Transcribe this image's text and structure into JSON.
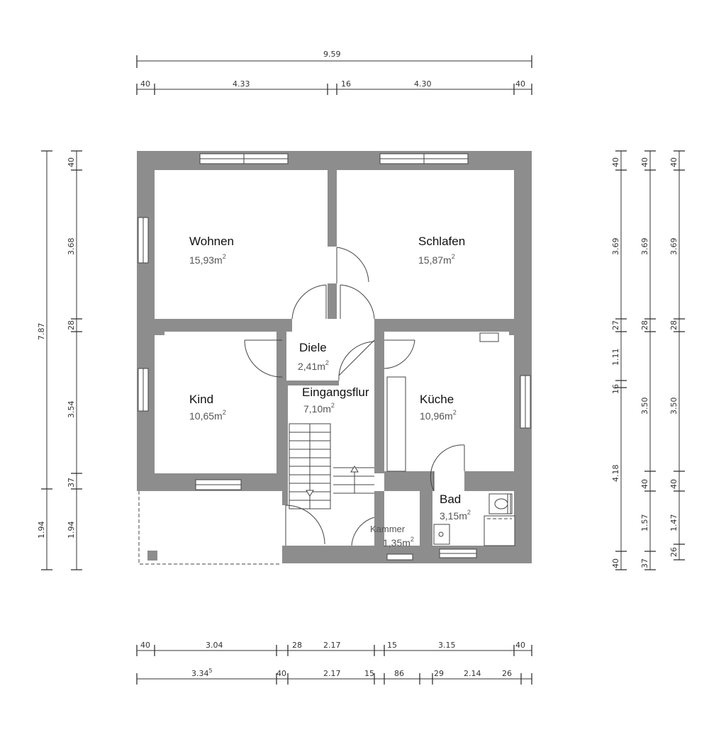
{
  "rooms": {
    "wohnen": {
      "name": "Wohnen",
      "area": "15,93m",
      "sup": "2"
    },
    "schlafen": {
      "name": "Schlafen",
      "area": "15,87m",
      "sup": "2"
    },
    "diele": {
      "name": "Diele",
      "area": "2,41m",
      "sup": "2"
    },
    "eingangsflur": {
      "name": "Eingangsflur",
      "area": "7,10m",
      "sup": "2"
    },
    "kind": {
      "name": "Kind",
      "area": "10,65m",
      "sup": "2"
    },
    "kueche": {
      "name": "Küche",
      "area": "10,96m",
      "sup": "2"
    },
    "bad": {
      "name": "Bad",
      "area": "3,15m",
      "sup": "2"
    },
    "kammer": {
      "name": "Kammer",
      "area": "1,35m",
      "sup": "2"
    }
  },
  "dimensions": {
    "top_total": "9.59",
    "top_segments": [
      "40",
      "4.33",
      "16",
      "4.30",
      "40"
    ],
    "bottom_row1": [
      "40",
      "3.04",
      "28",
      "2.17",
      "15",
      "3.15",
      "40"
    ],
    "bottom_row2": {
      "first": "3.34",
      "first_sup": "5",
      "rest": [
        "40",
        "2.17",
        "15",
        "86",
        "29",
        "2.14",
        "26"
      ]
    },
    "left_total": "7.87",
    "left_total_bottom": "1.94",
    "left_segments": [
      "40",
      "3.68",
      "28",
      "3.54",
      "37",
      "1.94"
    ],
    "right_col1": [
      "40",
      "3.69",
      "27",
      "1.11",
      "16",
      "4.18",
      "40"
    ],
    "right_col2": [
      "40",
      "3.69",
      "28",
      "3.50",
      "40",
      "1.57",
      "37"
    ],
    "right_col3": [
      "40",
      "3.69",
      "28",
      "3.50",
      "40",
      "1.47",
      "26"
    ]
  },
  "colors": {
    "wall": "#8d8d8d",
    "line": "#333333"
  }
}
